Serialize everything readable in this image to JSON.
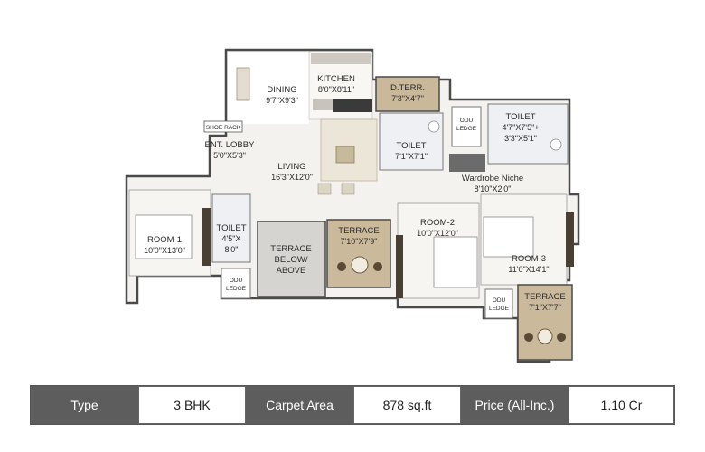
{
  "plan": {
    "rooms": {
      "kitchen": {
        "name": "KITCHEN",
        "size": "8'0\"X8'11\""
      },
      "dining": {
        "name": "DINING",
        "size": "9'7\"X9'3\""
      },
      "d_terr": {
        "name": "D.TERR.",
        "size": "7'3\"X4'7\""
      },
      "shoe_rack": {
        "name": "SHOE RACK"
      },
      "ent_lobby": {
        "name": "ENT. LOBBY",
        "size": "5'0\"X5'3\""
      },
      "living": {
        "name": "LIVING",
        "size": "16'3\"X12'0\""
      },
      "toilet_center": {
        "name": "TOILET",
        "size": "7'1\"X7'1\""
      },
      "odu_top": {
        "line1": "ODU",
        "line2": "LEDGE"
      },
      "toilet_right": {
        "name": "TOILET",
        "size1": "4'7\"X7'5\"+",
        "size2": "3'3\"X5'1\""
      },
      "wardrobe": {
        "name": "Wardrobe Niche",
        "size": "8'10\"X2'0\""
      },
      "room1": {
        "name": "ROOM-1",
        "size": "10'0\"X13'0\""
      },
      "toilet_left": {
        "name": "TOILET",
        "size1": "4'5\"X",
        "size2": "8'0\""
      },
      "odu_left": {
        "line1": "ODU",
        "line2": "LEDGE"
      },
      "terrace_below": {
        "line1": "TERRACE",
        "line2": "BELOW/",
        "line3": "ABOVE"
      },
      "terrace_mid": {
        "name": "TERRACE",
        "size": "7'10\"X7'9\""
      },
      "room2": {
        "name": "ROOM-2",
        "size": "10'0\"X12'0\""
      },
      "room3": {
        "name": "ROOM-3",
        "size": "11'0\"X14'1\""
      },
      "odu_bottom": {
        "line1": "ODU",
        "line2": "LEDGE"
      },
      "terrace_right": {
        "name": "TERRACE",
        "size": "7'1\"X7'7\""
      }
    }
  },
  "table": {
    "type_label": "Type",
    "type_value": "3 BHK",
    "area_label": "Carpet Area",
    "area_value": "878 sq.ft",
    "price_label": "Price (All-Inc.)",
    "price_value": "1.10 Cr"
  }
}
